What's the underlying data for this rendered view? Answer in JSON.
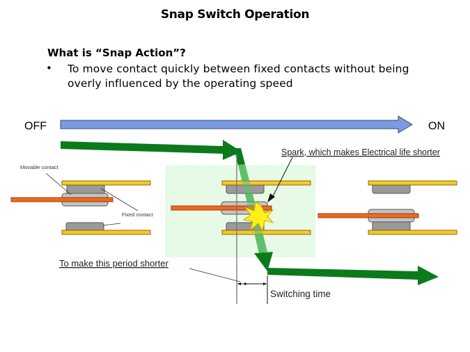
{
  "slide": {
    "title": "Snap Switch Operation",
    "subheading": "What is “Snap Action”?",
    "bullet_symbol": "•",
    "bullet_text": "To move contact quickly between fixed contacts without being overly influenced by the operating speed"
  },
  "diagram": {
    "off_label": "OFF",
    "on_label": "ON",
    "movable_contact_label": "Movable contact",
    "fixed_contact_label": "Fixed contact",
    "spark_label": "Spark, which makes Electrical life shorter",
    "period_label": "To make this period shorter",
    "switching_time_label": "Switching time",
    "colors": {
      "timeline_arrow": "#7b9be0",
      "motion_arrow": "#0b7a1a",
      "motion_arrow_light": "#5fbf6a",
      "highlight_zone": "#e6fae6",
      "fixed_terminal": "#f7c825",
      "movable_terminal": "#f06a1a",
      "contact_dark": "#9a9a9a",
      "contact_light": "#c4c4c4",
      "spark": "#fff21a"
    }
  }
}
